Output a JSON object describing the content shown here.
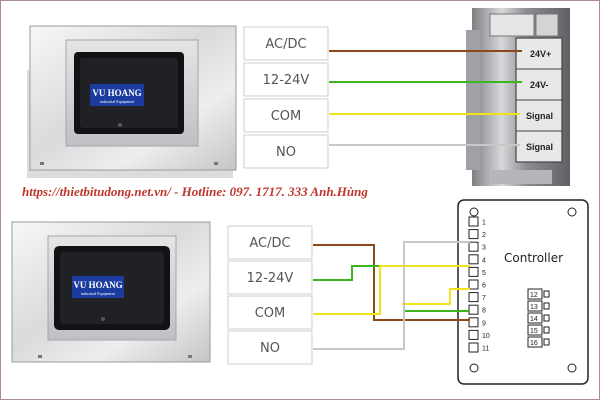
{
  "banner": "https://thietbitudong.net.vn/ - Hotline: 097. 1717. 333 Anh.Hùng",
  "logo": {
    "name": "VU HOANG",
    "tagline": "industrial Equipment"
  },
  "labels": [
    "AC/DC",
    "12-24V",
    "COM",
    "NO"
  ],
  "top_terminals": [
    "24V+",
    "24V-",
    "Signal",
    "Signal"
  ],
  "controller": {
    "title": "Controller",
    "left_pins": [
      "1",
      "2",
      "3",
      "4",
      "5",
      "6",
      "7",
      "8",
      "9",
      "10",
      "11"
    ],
    "right_pins": [
      "12",
      "13",
      "14",
      "15",
      "16"
    ]
  },
  "wire_colors": {
    "acdc": "#8b4a1c",
    "v12_24": "#3cb521",
    "com": "#f2e21a",
    "no": "#c8c8c8"
  }
}
